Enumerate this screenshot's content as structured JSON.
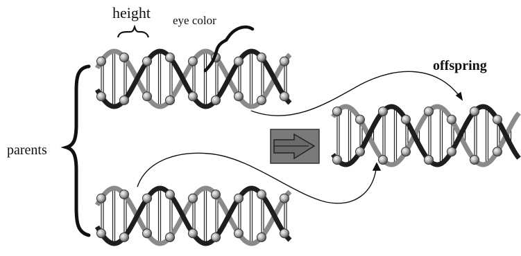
{
  "labels": {
    "height": "height",
    "eye_color": "eye color",
    "offspring": "offspring",
    "parents": "parents"
  },
  "colors": {
    "strand_dark": "#1e1e1e",
    "strand_light": "#8a8a8a",
    "bead": "#bfbfbf",
    "arrow_fill": "#6f6f6f",
    "background": "#ffffff"
  },
  "icons": [
    "dna-helix-icon",
    "right-arrow-icon",
    "curly-brace-icon"
  ]
}
